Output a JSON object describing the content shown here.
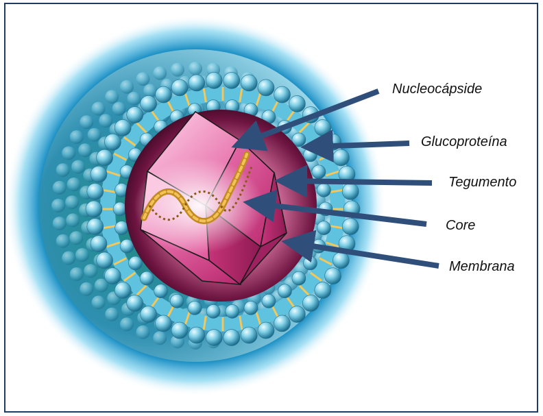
{
  "diagram": {
    "labels": [
      {
        "id": "nucleocapside",
        "text": "Nucleocápside"
      },
      {
        "id": "glucoproteina",
        "text": "Glucoproteína"
      },
      {
        "id": "tegumento",
        "text": "Tegumento"
      },
      {
        "id": "core",
        "text": "Core"
      },
      {
        "id": "membrana",
        "text": "Membrana"
      }
    ],
    "colors": {
      "border": "#1f3b63",
      "arrow": "#2f4f7a",
      "glow": "#2aa7d8",
      "membrane_spheres": "#8fd6ea",
      "membrane_band": "#63c6e0",
      "tegument": "#8a1f55",
      "capsid": "#d9498f",
      "dna": "#d79a2c"
    }
  }
}
